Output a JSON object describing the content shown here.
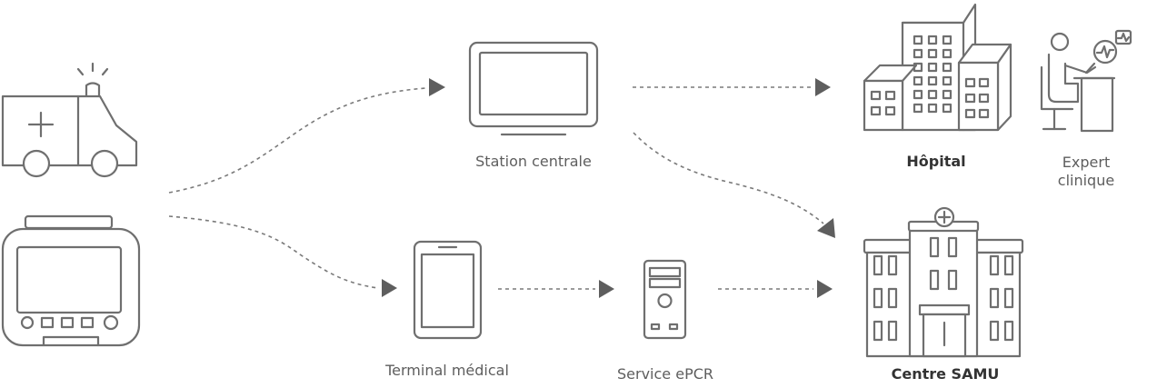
{
  "nodes": {
    "station": "Station centrale",
    "terminal": "Terminal médical",
    "epcr": "Service ePCR",
    "hopital": "Hôpital",
    "expert_line1": "Expert",
    "expert_line2": "clinique",
    "samu": "Centre SAMU"
  },
  "icons": {
    "ambulance": "ambulance-icon",
    "monitor": "patient-monitor-icon",
    "station": "desktop-monitor-icon",
    "terminal": "tablet-icon",
    "epcr": "server-tower-icon",
    "hopital": "hospital-buildings-icon",
    "expert": "clinician-at-desk-icon",
    "samu": "emergency-center-building-icon"
  },
  "colors": {
    "line": "#6f6f6f",
    "arrow": "#5e5e5e",
    "label": "#5e5e5e",
    "bold_label": "#333333"
  }
}
